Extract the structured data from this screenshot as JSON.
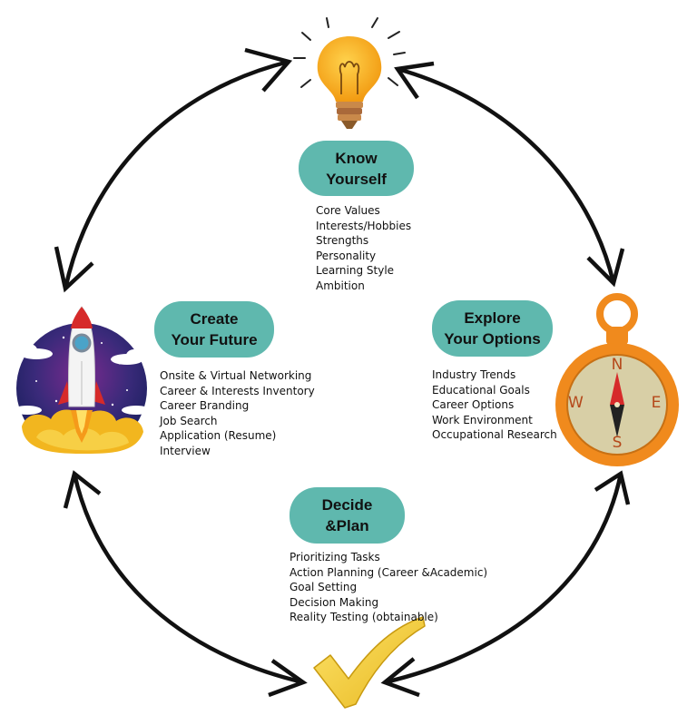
{
  "stages": {
    "know": {
      "title_line1": "Know",
      "title_line2": "Yourself",
      "items": [
        "Core Values",
        "Interests/Hobbies",
        "Strengths",
        "Personality",
        "Learning Style",
        "Ambition"
      ]
    },
    "explore": {
      "title_line1": "Explore",
      "title_line2": "Your Options",
      "items": [
        "Industry Trends",
        "Educational Goals",
        "Career Options",
        "Work Environment",
        "Occupational Research"
      ]
    },
    "decide": {
      "title_line1": "Decide",
      "title_line2": "&Plan",
      "items": [
        "Prioritizing Tasks",
        "Action Planning (Career &Academic)",
        "Goal Setting",
        "Decision Making",
        "Reality Testing (obtainable)"
      ]
    },
    "create": {
      "title_line1": "Create",
      "title_line2": "Your Future",
      "items": [
        "Onsite & Virtual Networking",
        "Career & Interests Inventory",
        "Career Branding",
        "Job Search",
        "Application (Resume)",
        "Interview"
      ]
    }
  },
  "compass": {
    "north": "N",
    "east": "E",
    "south": "S",
    "west": "W"
  },
  "icons": [
    "lightbulb-icon",
    "compass-icon",
    "checkmark-icon",
    "rocket-icon"
  ],
  "colors": {
    "pill": "#5fb8ae",
    "arrow": "#111111",
    "bulb": "#f6b21c",
    "compass_ring": "#f08a1d",
    "check": "#f4c933",
    "rocket_body": "#ffffff",
    "rocket_fin": "#d62a2a"
  }
}
